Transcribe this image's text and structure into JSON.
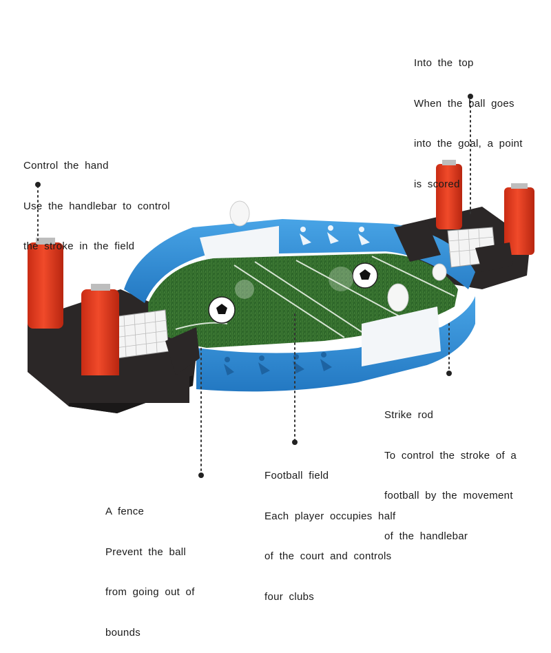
{
  "callouts": {
    "goal": {
      "title": "Into the top",
      "lines": [
        "When the ball goes",
        "into the goal, a point",
        "is scored"
      ]
    },
    "hand": {
      "title": "Control the hand",
      "lines": [
        "Use the handlebar to control",
        "the stroke in the field"
      ]
    },
    "rod": {
      "title": "Strike rod",
      "lines": [
        "To control the stroke of a",
        "football by the movement",
        "of the handlebar"
      ]
    },
    "field": {
      "title": "Football field",
      "lines": [
        "Each player occupies half",
        "of the court and controls",
        "four clubs"
      ]
    },
    "fence": {
      "title": "A fence",
      "lines": [
        "Prevent the ball",
        "from going out of",
        "bounds"
      ]
    }
  },
  "colors": {
    "fence_blue": "#2f8fd8",
    "fence_blue_dark": "#1f6fb5",
    "handle_red": "#e23a1f",
    "handle_red_dark": "#b52812",
    "grass": "#2f6a2a",
    "grass_light": "#4c8a3c",
    "base_black": "#2a2626",
    "leader": "#333333"
  }
}
